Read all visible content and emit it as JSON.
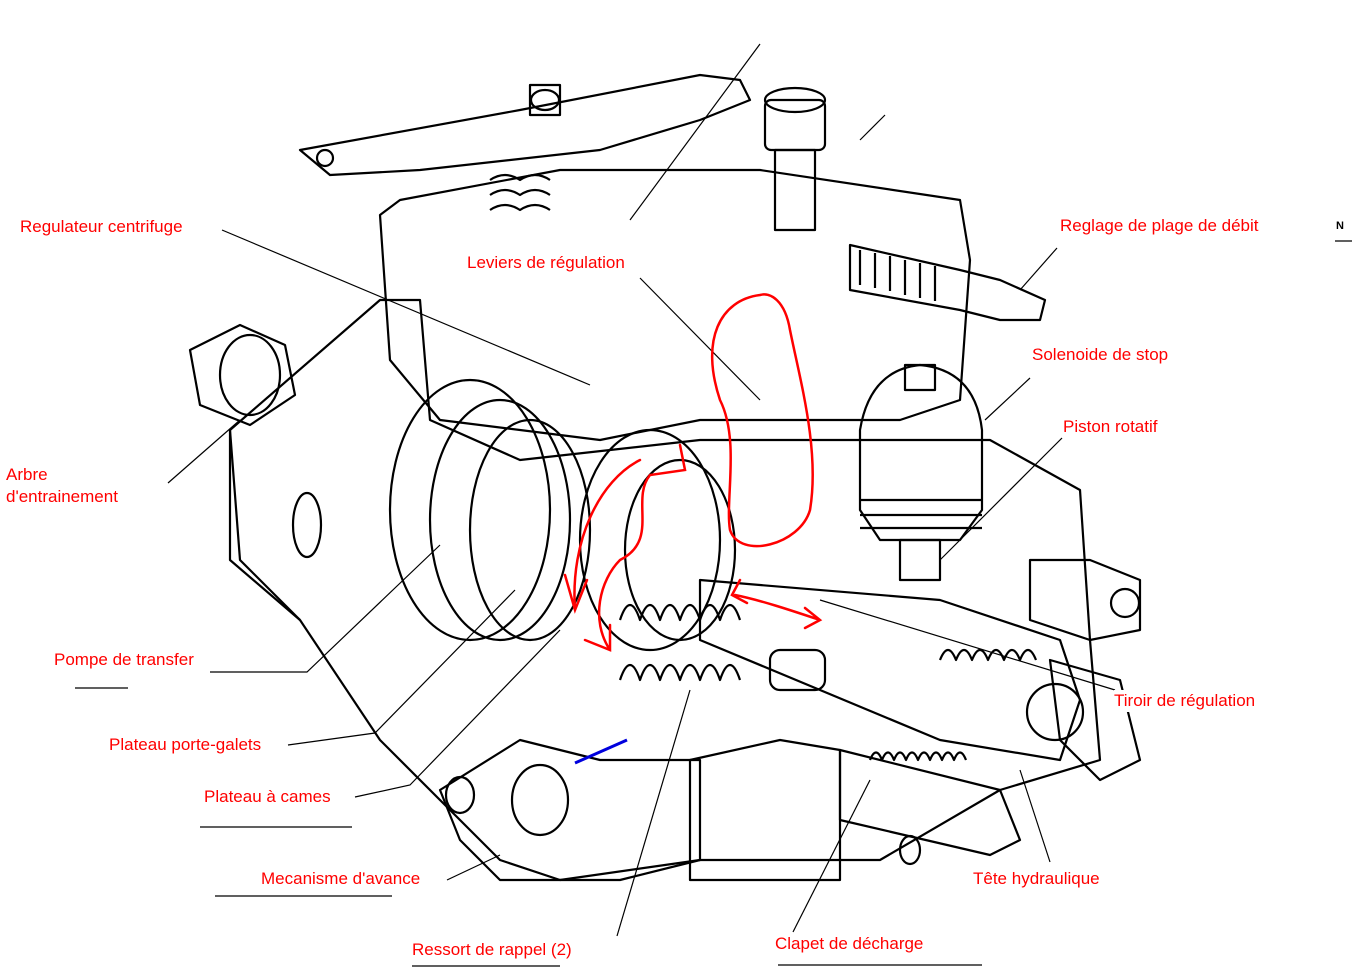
{
  "labels": {
    "regulateur": "Regulateur centrifuge",
    "leviers": "Leviers de régulation",
    "reglage": "Reglage de plage de débit",
    "solenoide": "Solenoide de stop",
    "piston": "Piston rotatif",
    "arbre_1": "Arbre",
    "arbre_2": "d'entrainement",
    "pompe": "Pompe de transfer",
    "plateau_galets": "Plateau porte-galets",
    "plateau_cames": "Plateau à cames",
    "mecanisme": "Mecanisme d'avance",
    "ressort": "Ressort de rappel (2)",
    "clapet": "Clapet de décharge",
    "tete": "Tête hydraulique",
    "tiroir": "Tiroir de régulation"
  },
  "page_mark": "N",
  "colors": {
    "label": "#ff0000",
    "annotation_red": "#ff0000",
    "annotation_blue": "#0000dd",
    "drawing": "#000000"
  }
}
